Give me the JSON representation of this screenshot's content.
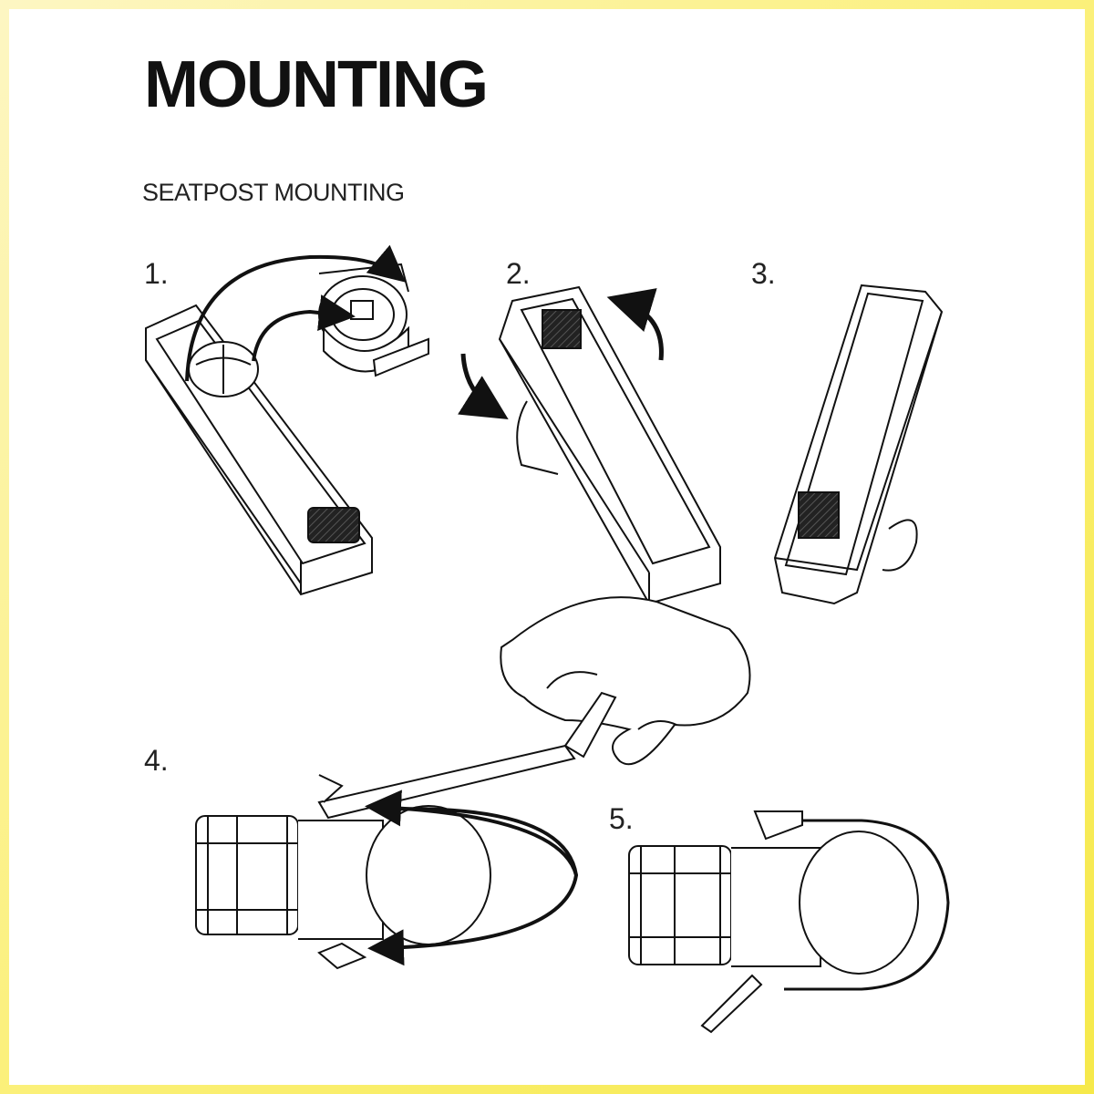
{
  "header": {
    "title": "MOUNTING",
    "subtitle": "SEATPOST MOUNTING"
  },
  "steps": [
    {
      "label": "1."
    },
    {
      "label": "2."
    },
    {
      "label": "3."
    },
    {
      "label": "4."
    },
    {
      "label": "5."
    }
  ],
  "colors": {
    "border": "#f6e94a",
    "ink": "#111111",
    "page": "#ffffff"
  }
}
